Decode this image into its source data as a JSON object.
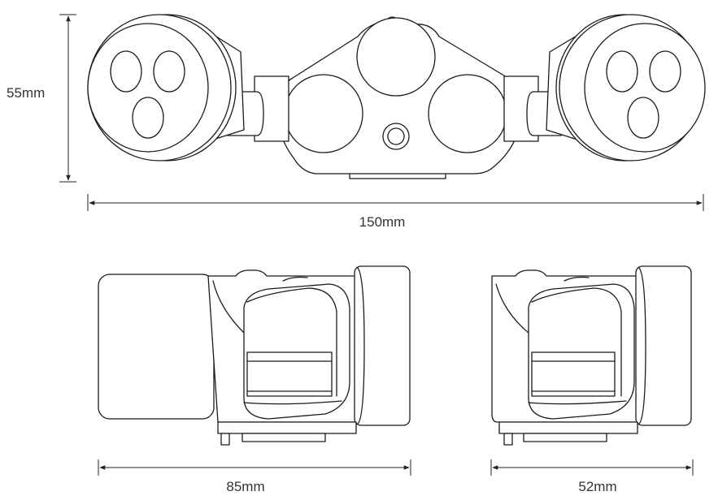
{
  "dimensions": {
    "height_label": "55mm",
    "width_label": "150mm",
    "side_dual_label": "85mm",
    "side_single_label": "52mm"
  },
  "colors": {
    "line": "#1a1a1a",
    "background": "#ffffff",
    "text": "#333333"
  }
}
